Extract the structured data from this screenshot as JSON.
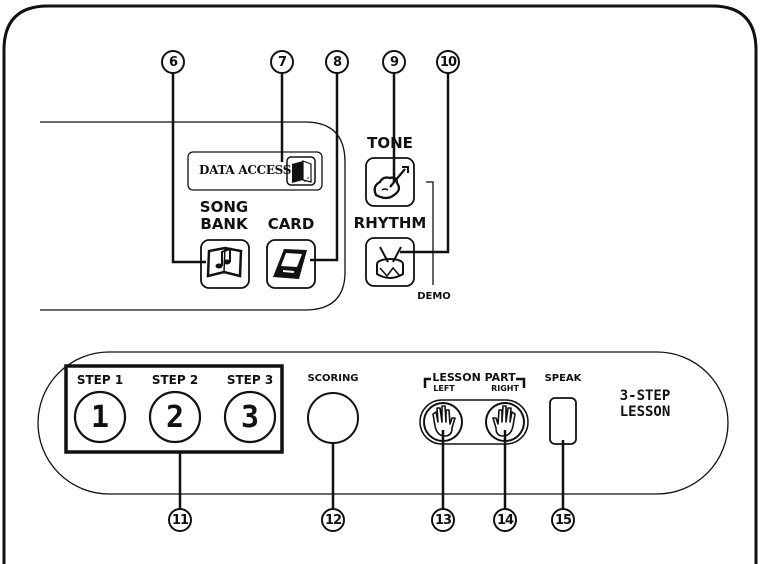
{
  "callouts": {
    "c6": "6",
    "c7": "7",
    "c8": "8",
    "c9": "9",
    "c10": "10",
    "c11": "11",
    "c12": "12",
    "c13": "13",
    "c14": "14",
    "c15": "15"
  },
  "upper_panel": {
    "data_access_label": "DATA ACCESS",
    "song_bank_line1": "SONG",
    "song_bank_line2": "BANK",
    "card_label": "CARD",
    "tone_label": "TONE",
    "rhythm_label": "RHYTHM",
    "demo_label": "DEMO"
  },
  "lesson_panel": {
    "steps": [
      {
        "label": "STEP 1",
        "number": "1"
      },
      {
        "label": "STEP 2",
        "number": "2"
      },
      {
        "label": "STEP 3",
        "number": "3"
      }
    ],
    "scoring_label": "SCORING",
    "lesson_part_label": "LESSON PART",
    "left_label": "LEFT",
    "right_label": "RIGHT",
    "speak_label": "SPEAK",
    "three_step_line1": "3-STEP",
    "three_step_line2": "LESSON"
  },
  "icons": {
    "data_access": "card-drive-icon",
    "song_bank": "song-book-icon",
    "card": "memory-card-icon",
    "tone": "violin-icon",
    "rhythm": "drum-icon",
    "left_hand": "left-hand-icon",
    "right_hand": "right-hand-icon"
  }
}
